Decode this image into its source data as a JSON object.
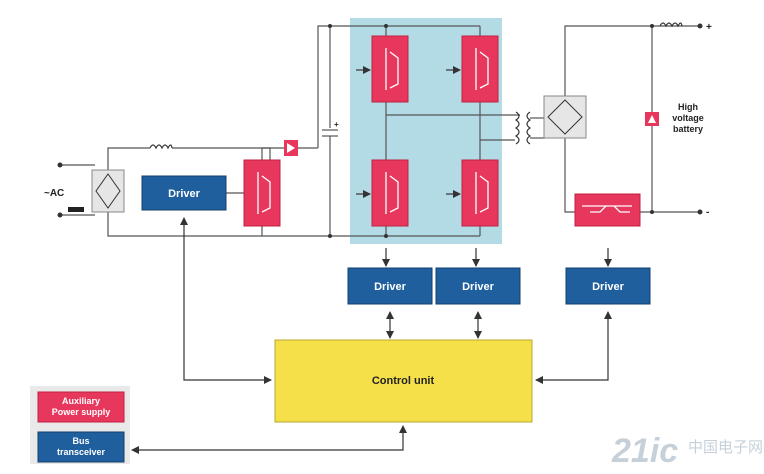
{
  "diagram": {
    "labels": {
      "ac_input": "~AC",
      "battery_line1": "High",
      "battery_line2": "voltage",
      "battery_line3": "battery",
      "plus_top": "+",
      "minus_bottom": "-",
      "cap_plus": "+"
    },
    "blocks": {
      "driver_pfc": "Driver",
      "driver_left": "Driver",
      "driver_mid": "Driver",
      "driver_right": "Driver",
      "control_unit": "Control unit"
    },
    "legend": {
      "aux_line1": "Auxiliary",
      "aux_line2": "Power supply",
      "bus_line1": "Bus",
      "bus_line2": "transceiver"
    },
    "watermark": {
      "text": "21ic",
      "sub": "中国电子网"
    },
    "colors": {
      "driver_blue": "#1f5f9e",
      "switch_red": "#e8375c",
      "control_yellow": "#f5e04a",
      "highlight_blue": "#b3dbe6",
      "wire": "#555555"
    }
  }
}
